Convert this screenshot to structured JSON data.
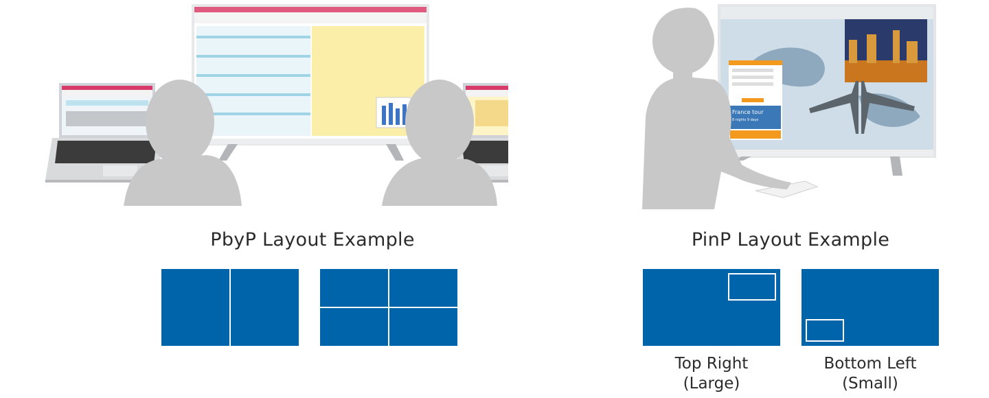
{
  "pbyp": {
    "heading": "PbyP Layout Example",
    "layouts": [
      "two-split-vertical",
      "four-split-grid"
    ]
  },
  "pinp": {
    "heading": "PinP Layout Example",
    "layouts": [
      {
        "line1": "Top Right",
        "line2": "(Large)"
      },
      {
        "line1": "Bottom Left",
        "line2": "(Small)"
      }
    ]
  },
  "colors": {
    "panel": "#0064ab",
    "silhouette": "#c8c8c8",
    "divider": "#ffffff"
  },
  "illustration": {
    "tour_banner_title": "France tour",
    "tour_banner_sub": "8 nights 9 days"
  }
}
